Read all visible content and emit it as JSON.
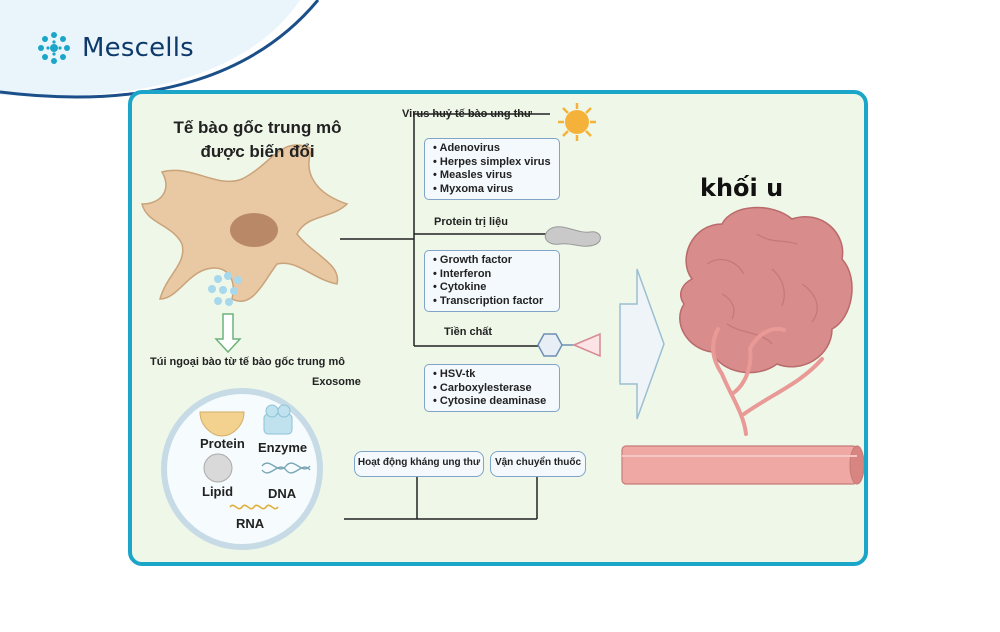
{
  "brand": {
    "name": "Mescells"
  },
  "diagram": {
    "msc_title_line1": "Tế bào gốc trung mô",
    "msc_title_line2": "được biến đổi",
    "virus_heading": "Virus huỷ tế bào ung thư",
    "virus_items": [
      "Adenovirus",
      "Herpes simplex virus",
      "Measles virus",
      "Myxoma virus"
    ],
    "protein_heading": "Protein trị liệu",
    "protein_items": [
      "Growth factor",
      "Interferon",
      "Cytokine",
      "Transcription factor"
    ],
    "prodrug_heading": "Tiền chất",
    "prodrug_items": [
      "HSV-tk",
      "Carboxylesterase",
      "Cytosine deaminase"
    ],
    "exosome_title": "Túi ngoại bào từ tế bào gốc trung mô",
    "exosome_subtitle": "Exosome",
    "exosome_contents": {
      "protein": "Protein",
      "enzyme": "Enzyme",
      "lipid": "Lipid",
      "dna": "DNA",
      "rna": "RNA"
    },
    "function_anticancer": "Hoạt động kháng ung thư",
    "function_drug_delivery": "Vận chuyển thuốc",
    "tumor_title": "khối u"
  },
  "colors": {
    "frame_border": "#1ba6c9",
    "frame_bg": "#eef7e8",
    "brand_text": "#0e3a6b",
    "tumor": "#d98c8c",
    "vessel": "#e99a97"
  }
}
